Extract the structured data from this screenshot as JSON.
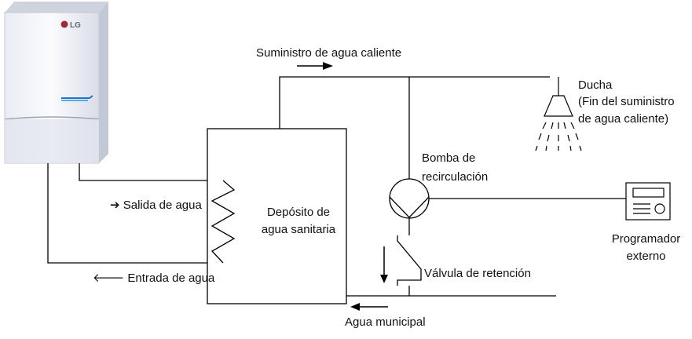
{
  "diagram": {
    "unit_brand": "LG",
    "hot_water_supply": "Suministro de agua caliente",
    "shower_title": "Ducha",
    "shower_note_1": "(Fin del suministro",
    "shower_note_2": "de agua caliente)",
    "pump_1": "Bomba de",
    "pump_2": "recirculación",
    "tank_1": "Depósito de",
    "tank_2": "agua sanitaria",
    "water_outlet": "Salida de agua",
    "water_inlet": "Entrada de agua",
    "timer_1": "Programador",
    "timer_2": "externo",
    "check_valve": "Válvula de retención",
    "city_water": "Agua municipal"
  },
  "arrow_glyphs": {
    "outlet": "➔",
    "inlet": "🡐"
  }
}
